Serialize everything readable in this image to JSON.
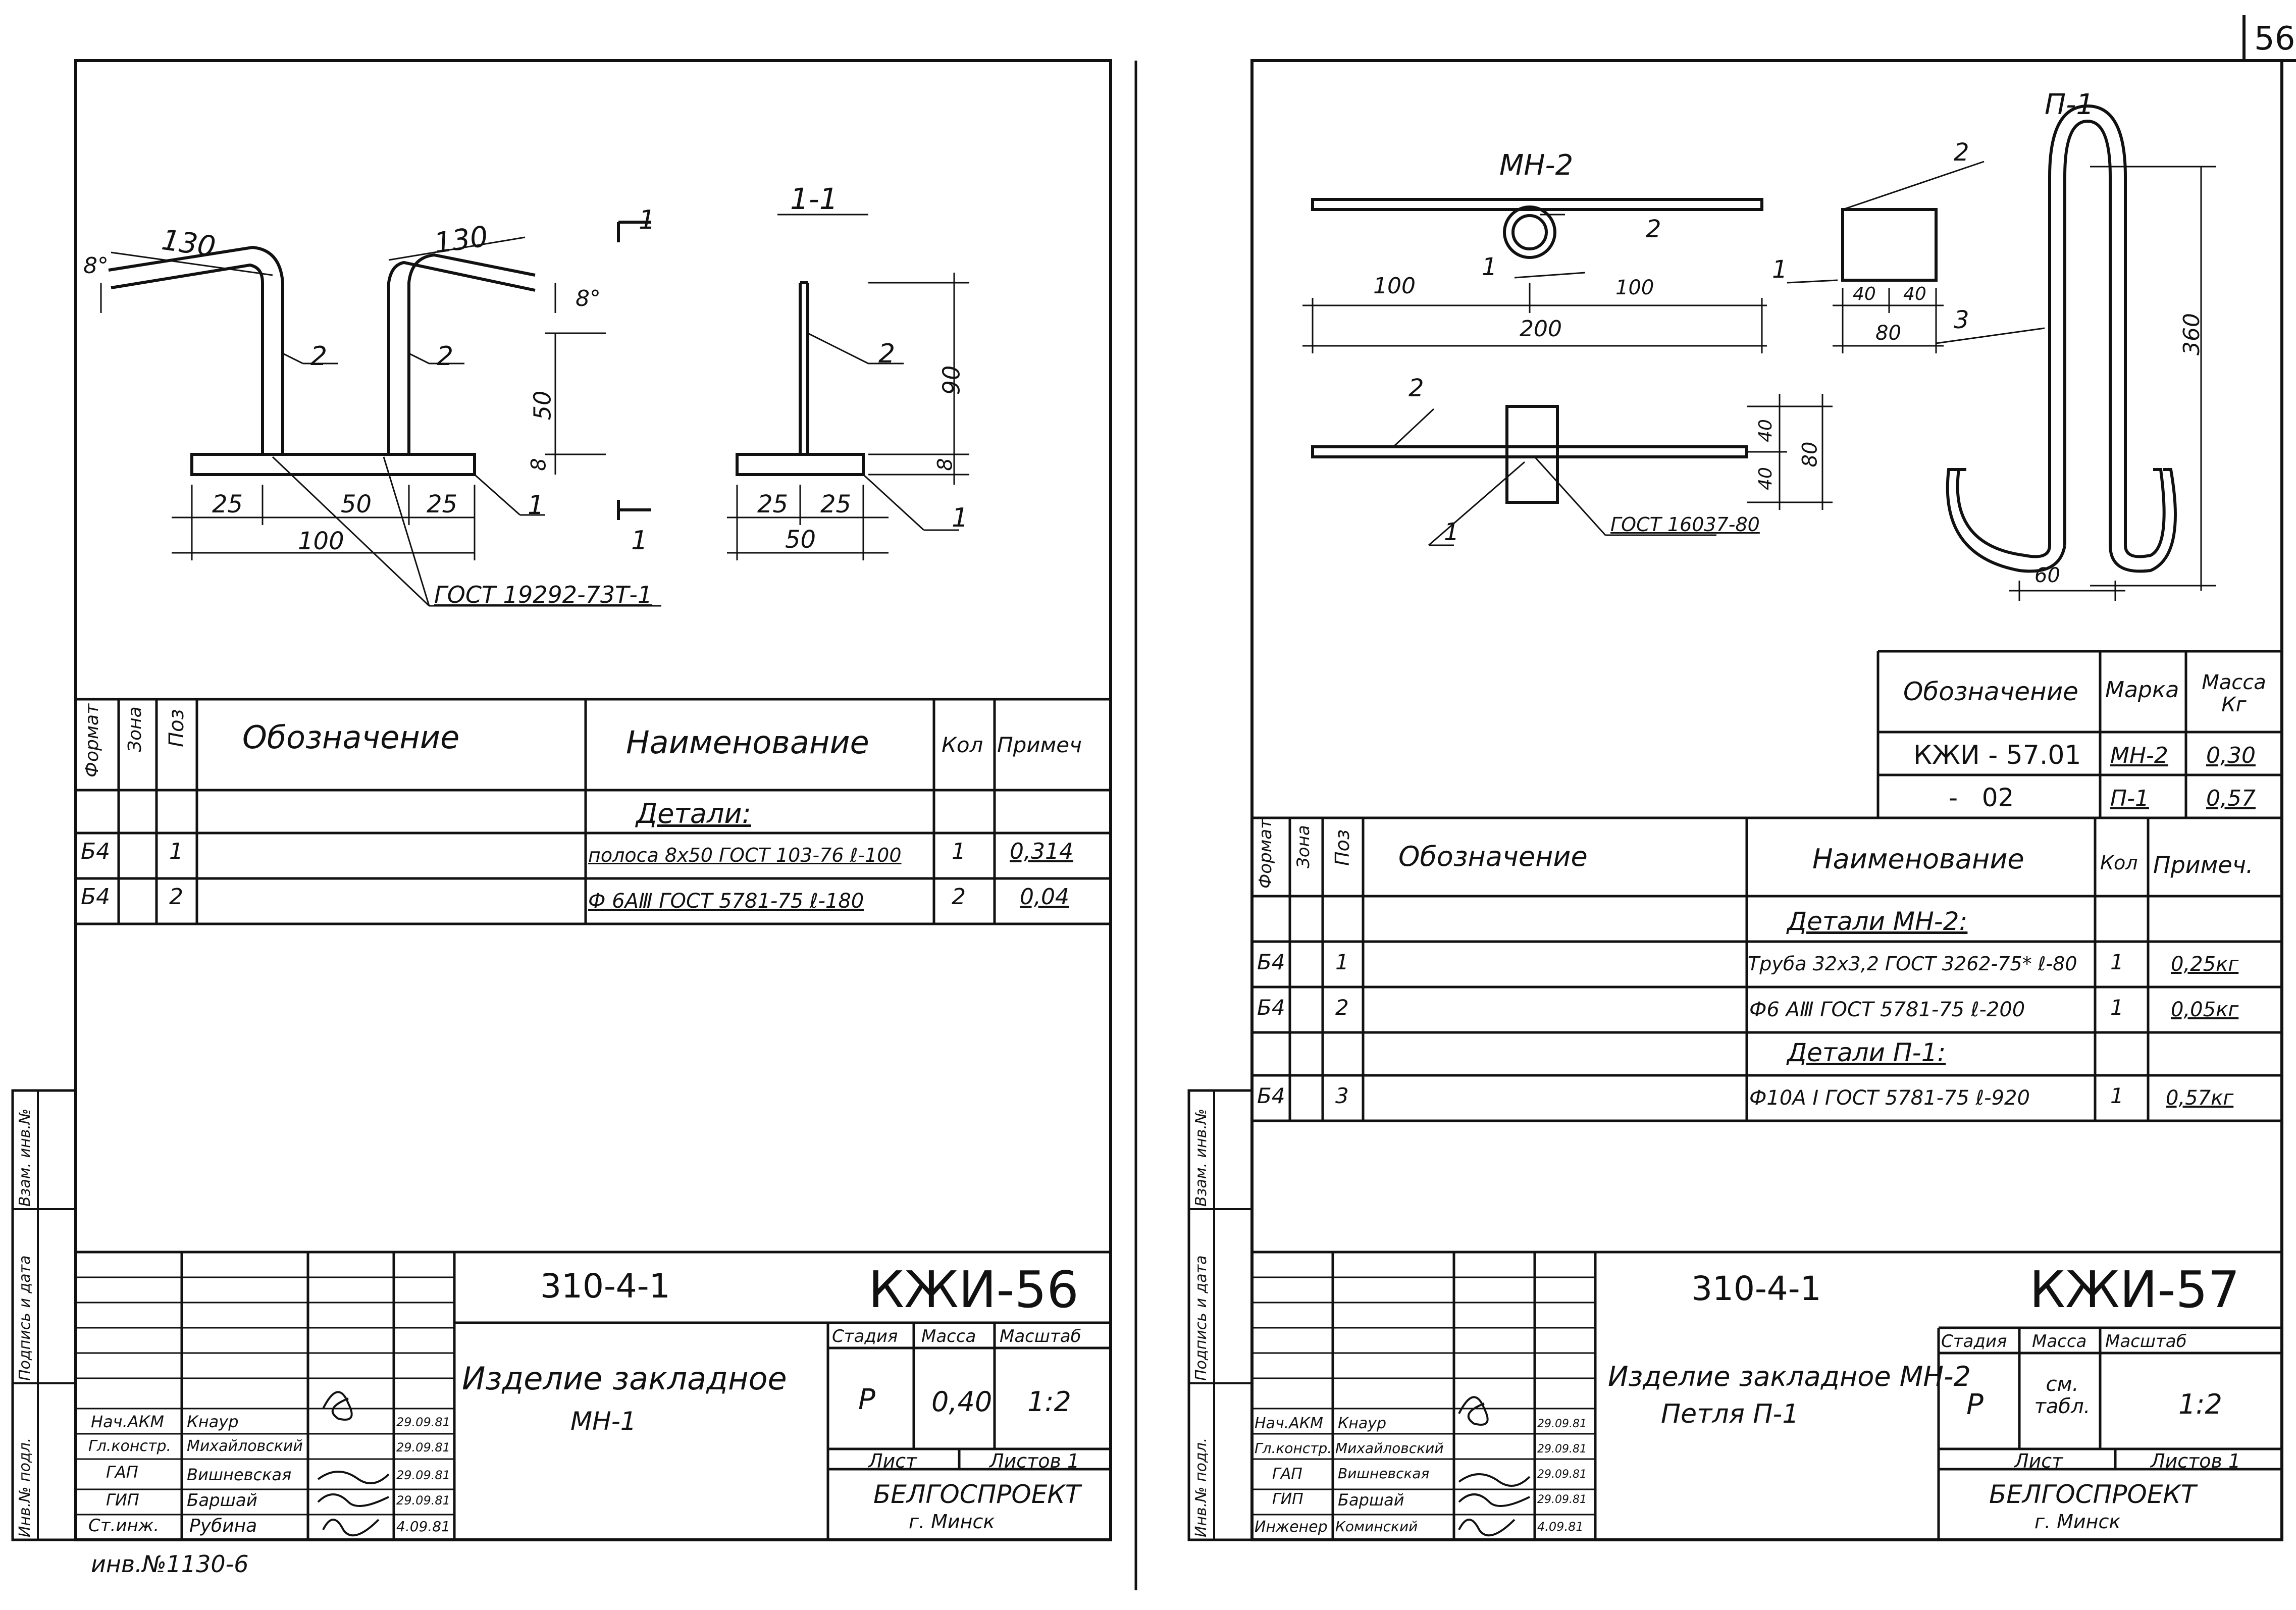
{
  "page_number": "56",
  "inventory_note": "инв.№1130-6",
  "side_labels": {
    "vzam": "Взам. инв.№",
    "podp": "Подпись и дата",
    "inv": "Инв.№ подл."
  },
  "sheet1": {
    "drawing_labels": {
      "section_mark": "1",
      "section_title": "1-1",
      "dim_130_left": "130",
      "dim_130_right": "130",
      "angle_left": "8°",
      "angle_right": "8°",
      "dim_50": "50",
      "dim_8": "8",
      "dim_90": "90",
      "dim_8b": "8",
      "dim_25a": "25",
      "dim_50b": "50",
      "dim_25b": "25",
      "dim_100": "100",
      "dim_25c": "25",
      "dim_25d": "25",
      "dim_50c": "50",
      "pos2a": "2",
      "pos2b": "2",
      "pos2c": "2",
      "pos1a": "1",
      "pos1b": "1",
      "pos1c": "1",
      "gost_weld": "ГОСТ 19292-73Т-1"
    },
    "spec_headers": {
      "format": "Формат",
      "zone": "Зона",
      "pos": "Поз",
      "designation": "Обозначение",
      "name": "Наименование",
      "qty": "Кол",
      "note": "Примеч"
    },
    "spec_section": "Детали:",
    "spec_rows": [
      {
        "format": "Б4",
        "pos": "1",
        "name": "полоса 8х50 ГОСТ 103-76 ℓ-100",
        "qty": "1",
        "note": "0,314"
      },
      {
        "format": "Б4",
        "pos": "2",
        "name": "Ф 6АⅢ ГОСТ 5781-75 ℓ-180",
        "qty": "2",
        "note": "0,04"
      }
    ],
    "title_block": {
      "project": "310-4-1",
      "code": "КЖИ-56",
      "title": "Изделие закладное",
      "subtitle": "МН-1",
      "stage_label": "Стадия",
      "mass_label": "Масса",
      "scale_label": "Масштаб",
      "stage": "Р",
      "mass": "0,40",
      "scale": "1:2",
      "sheet_label": "Лист",
      "sheets_label": "Листов 1",
      "org": "БЕЛГОСПРОЕКТ",
      "city": "г. Минск",
      "signers": [
        {
          "role": "Нач.АКМ",
          "name": "Кнаур",
          "date": "29.09.81"
        },
        {
          "role": "Гл.констр.",
          "name": "Михайловский",
          "date": "29.09.81"
        },
        {
          "role": "ГАП",
          "name": "Вишневская",
          "date": "29.09.81"
        },
        {
          "role": "ГИП",
          "name": "Баршай",
          "date": "29.09.81"
        },
        {
          "role": "Ст.инж.",
          "name": "Рубина",
          "date": "4.09.81"
        }
      ]
    }
  },
  "sheet2": {
    "drawing_labels": {
      "mh2": "МН-2",
      "p1": "П-1",
      "pos2a": "2",
      "pos2b": "2",
      "pos2c": "2",
      "pos1a": "1",
      "pos1b": "1",
      "pos1c": "1",
      "pos3": "3",
      "dim_100": "100",
      "dim_100b": "100",
      "dim_200": "200",
      "dim_40a": "40",
      "dim_40b": "40",
      "dim_80": "80",
      "dim_40c": "40",
      "dim_40d": "40",
      "dim_80b": "80",
      "dim_360": "360",
      "dim_60": "60",
      "gost_weld": "ГОСТ 16037-80"
    },
    "mass_table": {
      "headers": {
        "designation": "Обозначение",
        "mark": "Марка",
        "mass": "Масса Кг"
      },
      "rows": [
        {
          "designation": "КЖИ - 57.01",
          "mark": "МН-2",
          "mass": "0,30"
        },
        {
          "designation": "-   02",
          "mark": "П-1",
          "mass": "0,57"
        }
      ]
    },
    "spec_headers": {
      "format": "Формат",
      "zone": "Зона",
      "pos": "Поз",
      "designation": "Обозначение",
      "name": "Наименование",
      "qty": "Кол",
      "note": "Примеч."
    },
    "spec_section1": "Детали МН-2:",
    "spec_section2": "Детали П-1:",
    "spec_rows": [
      {
        "format": "Б4",
        "pos": "1",
        "name": "Труба 32х3,2 ГОСТ 3262-75* ℓ-80",
        "qty": "1",
        "note": "0,25кг"
      },
      {
        "format": "Б4",
        "pos": "2",
        "name": "Ф6 АⅢ ГОСТ 5781-75 ℓ-200",
        "qty": "1",
        "note": "0,05кг"
      },
      {
        "format": "Б4",
        "pos": "3",
        "name": "Ф10А I ГОСТ 5781-75 ℓ-920",
        "qty": "1",
        "note": "0,57кг"
      }
    ],
    "title_block": {
      "project": "310-4-1",
      "code": "КЖИ-57",
      "title": "Изделие закладное МН-2",
      "subtitle": "Петля П-1",
      "stage_label": "Стадия",
      "mass_label": "Масса",
      "scale_label": "Масштаб",
      "stage": "Р",
      "mass": "см. табл.",
      "scale": "1:2",
      "sheet_label": "Лист",
      "sheets_label": "Листов 1",
      "org": "БЕЛГОСПРОЕКТ",
      "city": "г. Минск",
      "signers": [
        {
          "role": "Нач.АКМ",
          "name": "Кнаур",
          "date": "29.09.81"
        },
        {
          "role": "Гл.констр.",
          "name": "Михайловский",
          "date": "29.09.81"
        },
        {
          "role": "ГАП",
          "name": "Вишневская",
          "date": "29.09.81"
        },
        {
          "role": "ГИП",
          "name": "Баршай",
          "date": "29.09.81"
        },
        {
          "role": "Инженер",
          "name": "Коминский",
          "date": "4.09.81"
        }
      ]
    }
  }
}
